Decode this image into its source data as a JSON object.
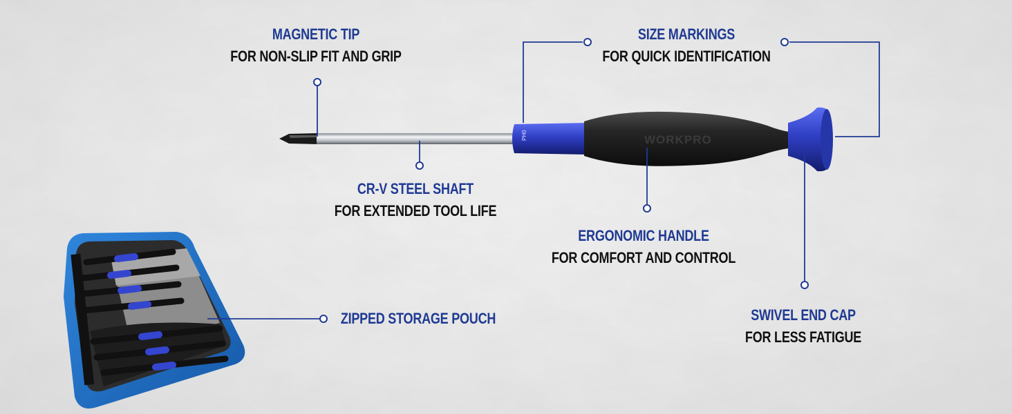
{
  "colors": {
    "accent_blue": "#1f3a93",
    "handle_blue": "#2f3fc4",
    "handle_black": "#1c1c1c",
    "pouch_blue": "#1e72c8",
    "text_dark": "#111111",
    "background": "#ececec"
  },
  "product": {
    "brand_mark": "WORKPRO",
    "size_mark": "PH0"
  },
  "callouts": {
    "magnetic_tip": {
      "title": "MAGNETIC TIP",
      "sub": "FOR NON-SLIP FIT AND GRIP"
    },
    "size_markings": {
      "title": "SIZE MARKINGS",
      "sub": "FOR QUICK IDENTIFICATION"
    },
    "shaft": {
      "title": "CR-V STEEL SHAFT",
      "sub": "FOR EXTENDED TOOL LIFE"
    },
    "handle": {
      "title": "ERGONOMIC HANDLE",
      "sub": "FOR COMFORT AND CONTROL"
    },
    "end_cap": {
      "title": "SWIVEL END CAP",
      "sub": "FOR LESS FATIGUE"
    },
    "pouch": {
      "title": "ZIPPED STORAGE POUCH"
    }
  }
}
